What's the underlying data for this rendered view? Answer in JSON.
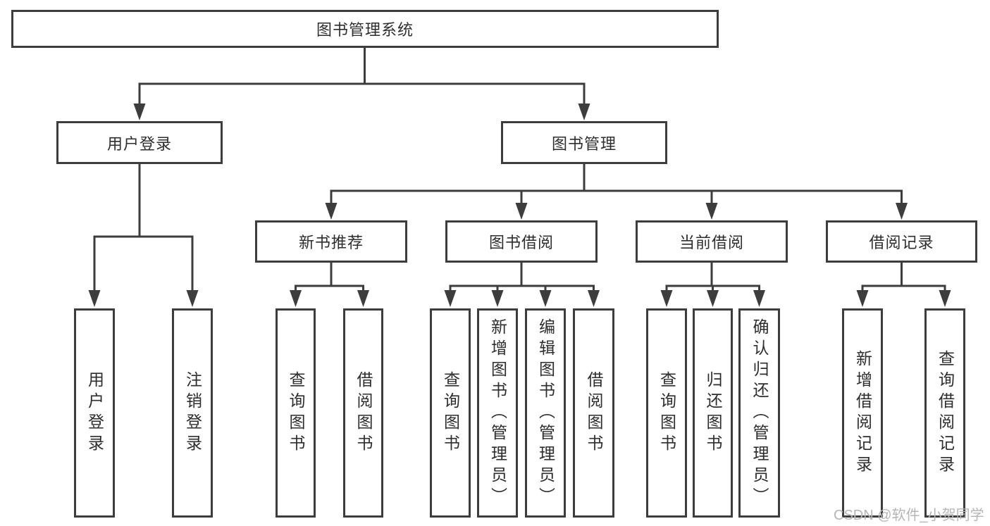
{
  "diagram": {
    "root": "图书管理系统",
    "level2": {
      "user": "用户登录",
      "book": "图书管理"
    },
    "level3": {
      "new_books": "新书推荐",
      "borrow": "图书借阅",
      "current": "当前借阅",
      "records": "借阅记录"
    },
    "leaves": {
      "user": [
        "用户登录",
        "注销登录"
      ],
      "new_books": [
        "查询图书",
        "借阅图书"
      ],
      "borrow": [
        "查询图书",
        "新增图书（管理员）",
        "编辑图书（管理员）",
        "借阅图书"
      ],
      "current": [
        "查询图书",
        "归还图书",
        "确认归还（管理员）"
      ],
      "records": [
        "新增借阅记录",
        "查询借阅记录"
      ]
    }
  },
  "watermark": {
    "text": "CSDN @软件_小贺同学",
    "color": "#b5b5b5"
  },
  "colors": {
    "line": "#3d3d3d",
    "text": "#2d2d2d",
    "background": "#ffffff"
  }
}
